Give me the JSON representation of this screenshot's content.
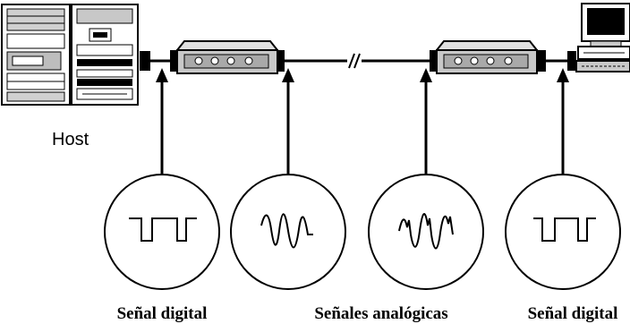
{
  "diagram": {
    "host_label": "Host",
    "signal_labels": {
      "digital_left": "Señal digital",
      "analog_middle": "Señales analógicas",
      "digital_right": "Señal digital"
    }
  },
  "colors": {
    "ink": "#000000",
    "background": "#ffffff",
    "device_gray": "#c8c8c8",
    "panel_gray": "#a9a9a9"
  },
  "icons": [
    "host-server-icon",
    "modem-icon",
    "terminal-computer-icon",
    "digital-wave-icon",
    "analog-wave-icon",
    "line-break-icon"
  ]
}
